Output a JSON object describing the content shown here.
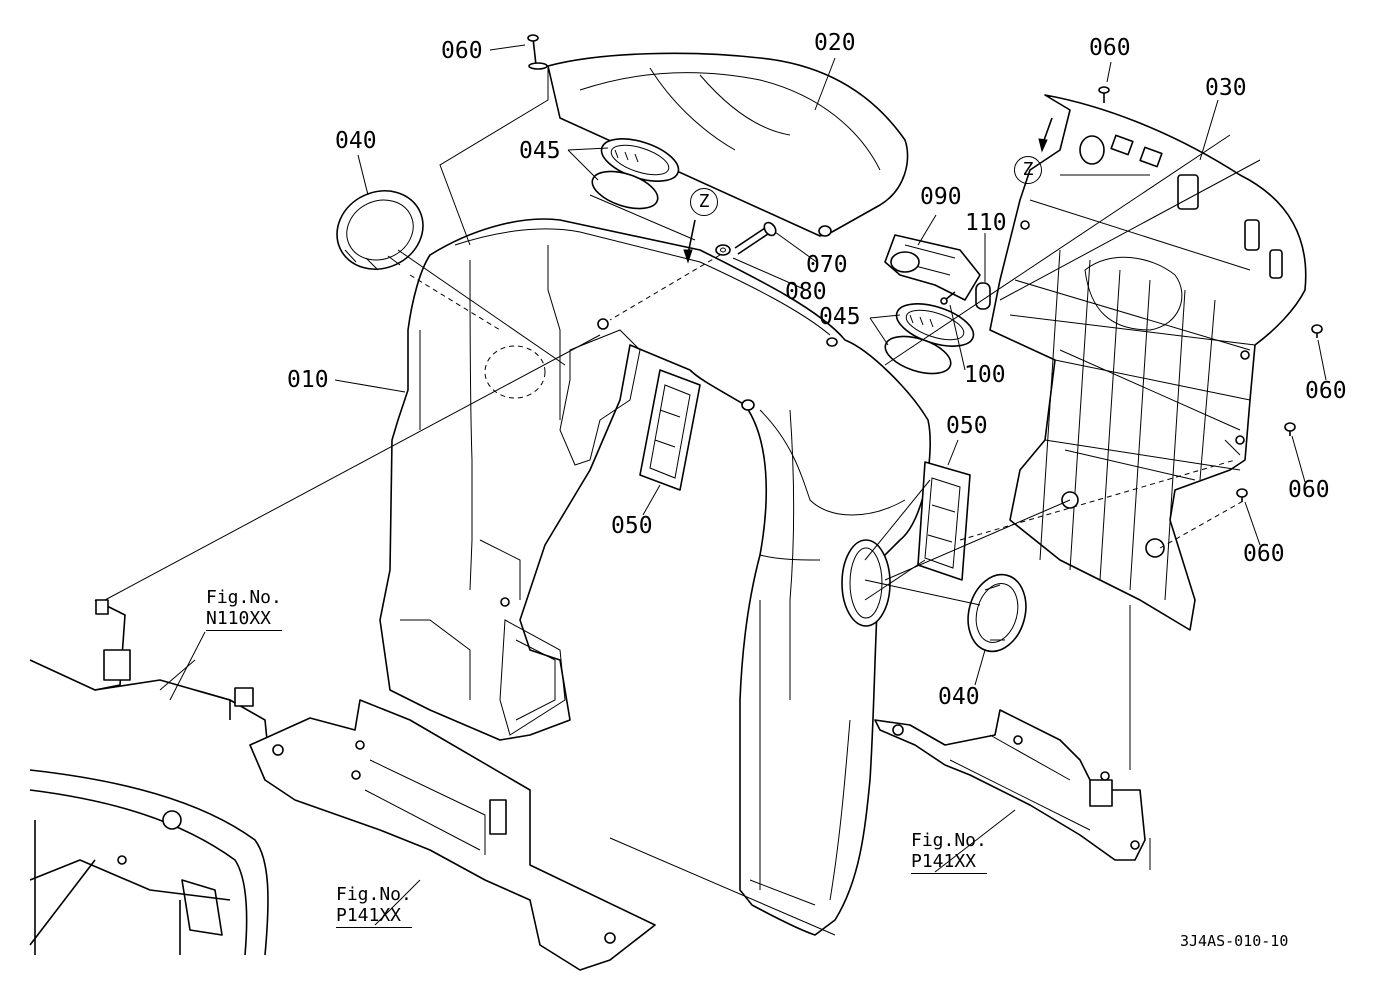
{
  "labels": {
    "p060_a": "060",
    "p020": "020",
    "p060_b": "060",
    "p030": "030",
    "p040_a": "040",
    "p045_a": "045",
    "p045_b": "045",
    "p090": "090",
    "p110": "110",
    "p070": "070",
    "p080": "080",
    "p010": "010",
    "p100": "100",
    "p060_c": "060",
    "p050_a": "050",
    "p050_b": "050",
    "p060_d": "060",
    "p060_e": "060",
    "p040_b": "040"
  },
  "view_marks": {
    "z1": "Z",
    "z2": "Z"
  },
  "figure_refs": [
    {
      "caption": "Fig.No.",
      "number": "N110XX"
    },
    {
      "caption": "Fig.No.",
      "number": "P141XX"
    },
    {
      "caption": "Fig.No.",
      "number": "P141XX"
    }
  ],
  "drawing_code": "3J4AS-010-10"
}
